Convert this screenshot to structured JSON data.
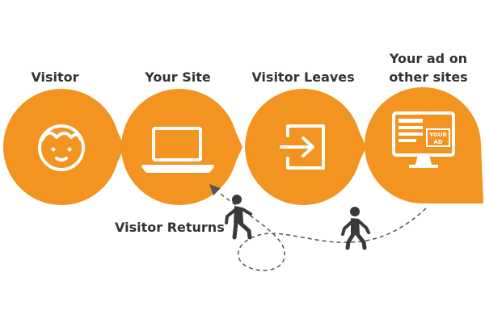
{
  "steps": [
    {
      "label": "Visitor"
    },
    {
      "label": "Your Site"
    },
    {
      "label": "Visitor Leaves"
    },
    {
      "label_line1": "Your ad on",
      "label_line2": "other sites"
    }
  ],
  "returns_label": "Visitor Returns",
  "ad_badge": {
    "line1": "YOUR",
    "line2": "AD"
  },
  "icons": [
    "face-icon",
    "laptop-icon",
    "exit-icon",
    "monitor-ad-icon",
    "walking-person-icon"
  ],
  "colors": {
    "accent": "#F39320",
    "text": "#333333",
    "icon": "#ffffff",
    "figure": "#3a3a3a"
  }
}
